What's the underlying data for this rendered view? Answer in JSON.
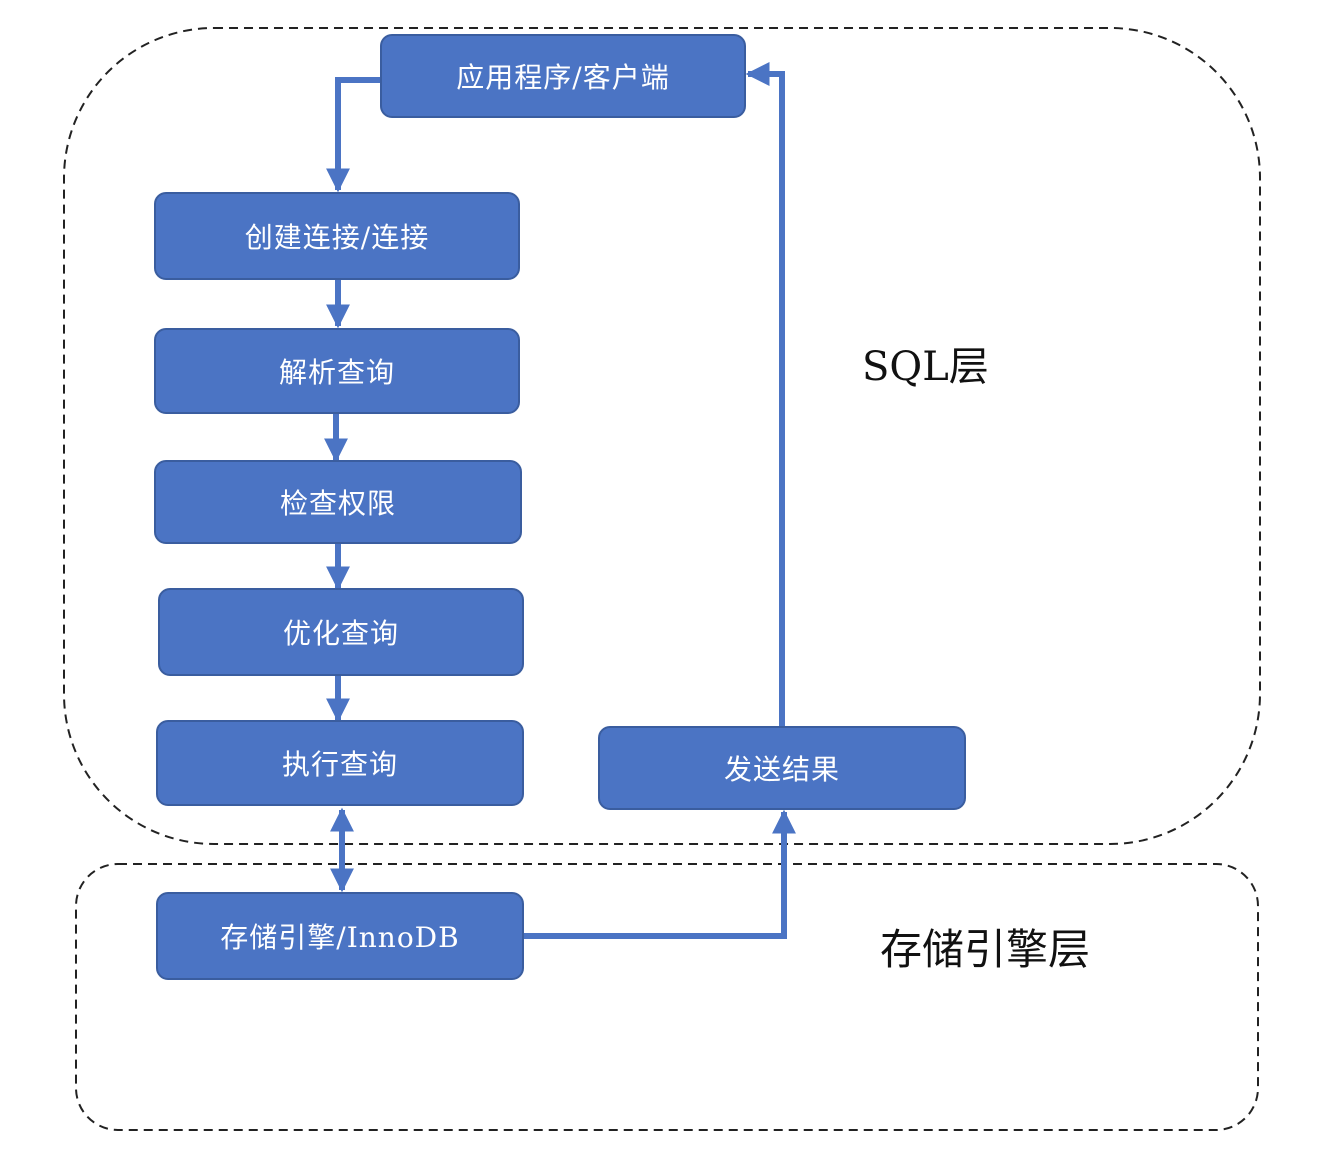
{
  "layers": {
    "sql_label": "SQL层",
    "storage_label": "存储引擎层"
  },
  "nodes": {
    "app_client": "应用程序/客户端",
    "create_connection": "创建连接/连接",
    "parse_query": "解析查询",
    "check_permission": "检查权限",
    "optimize_query": "优化查询",
    "execute_query": "执行查询",
    "send_result": "发送结果",
    "storage_engine": "存储引擎/InnoDB"
  },
  "colors": {
    "node_fill": "#4b74c4",
    "node_border": "#3a5d9f",
    "arrow": "#4b74c4",
    "container_border": "#222222"
  }
}
